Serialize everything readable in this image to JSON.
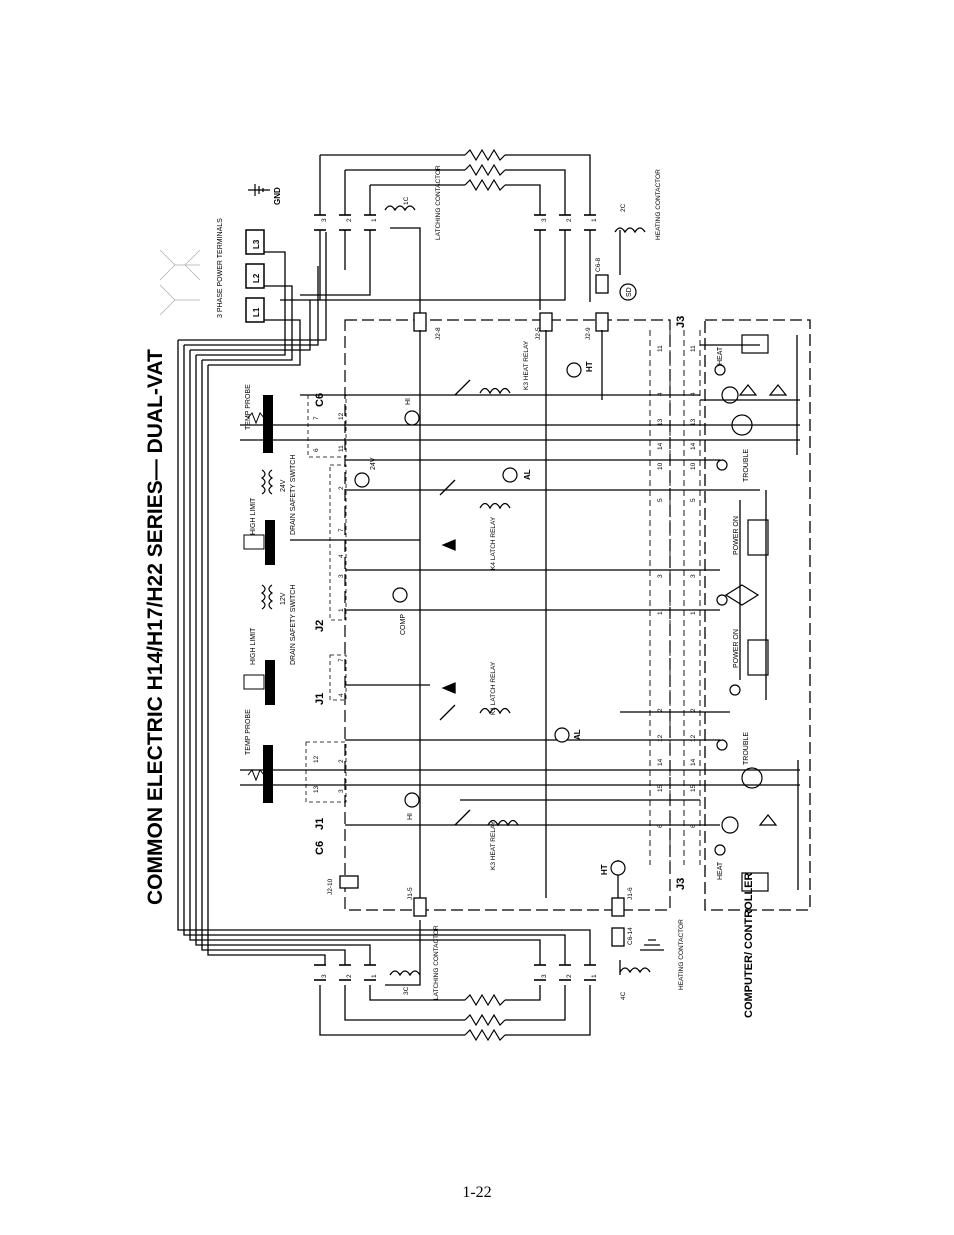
{
  "title": "COMMON ELECTRIC H14/H17/H22 SERIES— DUAL-VAT",
  "page_number": "1-22",
  "power": {
    "label": "3 PHASE POWER TERMINALS",
    "terminals": [
      "L1",
      "L2",
      "L3"
    ],
    "ground": "GND"
  },
  "contactors": {
    "latching": "LATCHING CONTACTOR",
    "heating": "HEATING CONTACTOR",
    "c1": "1C",
    "c2": "2C",
    "c3": "3C",
    "c4": "4C",
    "phase_numbers": [
      "3",
      "2",
      "1"
    ]
  },
  "connectors": {
    "j1": "J1",
    "j2": "J2",
    "j3": "J3",
    "c6": "C6",
    "j2_8": "J2-8",
    "j2_5": "J2-5",
    "j2_9": "J2-9",
    "j2_10": "J2-10",
    "j1_5": "J1-5",
    "j1_6": "J1-6",
    "c6_8": "C6-8",
    "c6_14": "C6-14"
  },
  "components": {
    "temp_probe": "TEMP PROBE",
    "high_limit": "HIGH LIMIT",
    "drain_safety": "DRAIN SAFETY SWITCH",
    "v24": "24V",
    "v12": "12V",
    "comp": "COMP",
    "hi": "HI",
    "al": "AL",
    "ht": "HT",
    "sd": "SD",
    "k1": "K1 LATCH RELAY",
    "k3": "K3 HEAT RELAY",
    "k4": "K4 LATCH RELAY"
  },
  "controller": {
    "label": "COMPUTER/ CONTROLLER",
    "heat": "HEAT",
    "trouble": "TROUBLE",
    "power_on": "POWER ON"
  },
  "pins_left": [
    "1",
    "2",
    "3",
    "4",
    "7",
    "1",
    "3",
    "4",
    "7",
    "2",
    "6",
    "11",
    "12",
    "7"
  ],
  "pins_right": [
    "11",
    "4",
    "13",
    "14",
    "10",
    "5",
    "3",
    "1",
    "2",
    "12",
    "14",
    "15",
    "6"
  ],
  "pins_c6_low": [
    "13",
    "12",
    "3",
    "2"
  ]
}
